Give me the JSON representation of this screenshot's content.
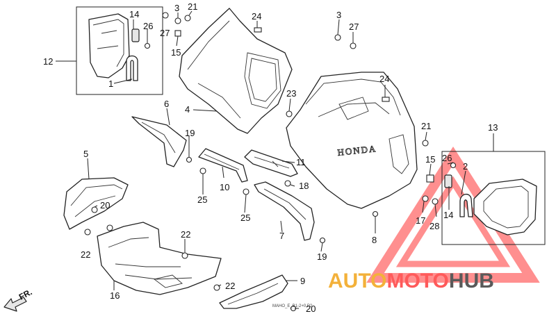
{
  "diagram": {
    "brand_on_cowl": "HONDA",
    "direction_label": "FR.",
    "drawing_code": "MAHO_E_B1-2+0  Р2",
    "watermark": {
      "part1": "AUTO",
      "part2": "MOTO",
      "part3": "HUB",
      "colors": {
        "auto": "#f3b13a",
        "moto": "#ff5a5a",
        "hub": "#5a5a5a",
        "triangle": "#ff6a6a"
      }
    },
    "callouts": [
      {
        "id": "c12",
        "label": "12"
      },
      {
        "id": "c14a",
        "label": "14"
      },
      {
        "id": "c26a",
        "label": "26"
      },
      {
        "id": "c1",
        "label": "1"
      },
      {
        "id": "c3a",
        "label": "3"
      },
      {
        "id": "c27a",
        "label": "27"
      },
      {
        "id": "c21a",
        "label": "21"
      },
      {
        "id": "c15a",
        "label": "15"
      },
      {
        "id": "c24a",
        "label": "24"
      },
      {
        "id": "c4",
        "label": "4"
      },
      {
        "id": "c6",
        "label": "6"
      },
      {
        "id": "c19a",
        "label": "19"
      },
      {
        "id": "c5",
        "label": "5"
      },
      {
        "id": "c20a",
        "label": "20"
      },
      {
        "id": "c22a",
        "label": "22"
      },
      {
        "id": "c22b",
        "label": "22"
      },
      {
        "id": "c16",
        "label": "16"
      },
      {
        "id": "c10",
        "label": "10"
      },
      {
        "id": "c25a",
        "label": "25"
      },
      {
        "id": "c25b",
        "label": "25"
      },
      {
        "id": "c11",
        "label": "11"
      },
      {
        "id": "c18",
        "label": "18"
      },
      {
        "id": "c7",
        "label": "7"
      },
      {
        "id": "c19b",
        "label": "19"
      },
      {
        "id": "c22c",
        "label": "22"
      },
      {
        "id": "c9",
        "label": "9"
      },
      {
        "id": "c20b",
        "label": "20"
      },
      {
        "id": "c23",
        "label": "23"
      },
      {
        "id": "c3b",
        "label": "3"
      },
      {
        "id": "c27b",
        "label": "27"
      },
      {
        "id": "c24b",
        "label": "24"
      },
      {
        "id": "c21b",
        "label": "21"
      },
      {
        "id": "c13",
        "label": "13"
      },
      {
        "id": "c15b",
        "label": "15"
      },
      {
        "id": "c26b",
        "label": "26"
      },
      {
        "id": "c2",
        "label": "2"
      },
      {
        "id": "c17",
        "label": "17"
      },
      {
        "id": "c28",
        "label": "28"
      },
      {
        "id": "c14b",
        "label": "14"
      },
      {
        "id": "c8",
        "label": "8"
      }
    ]
  }
}
